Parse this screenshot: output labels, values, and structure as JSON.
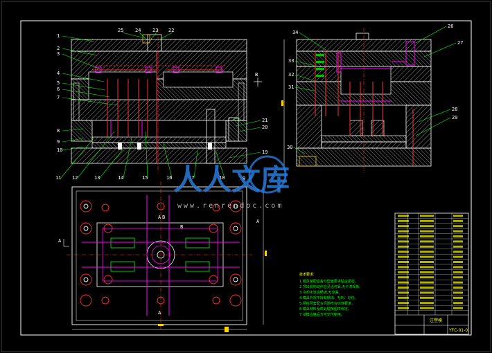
{
  "drawing": {
    "background": "#000000",
    "frame_color": "#ffffff",
    "line_color": "#ffffff",
    "hatch_color": "#9a9a9a",
    "cooling_color": "#ff3030",
    "part_color": "#ff00ff",
    "leader_color": "#00ff00",
    "label_color": "#ffff00",
    "notes_color": "#00ff00"
  },
  "front_view": {
    "labels_left": [
      "1",
      "2",
      "3",
      "4",
      "5",
      "6",
      "7",
      "8",
      "9",
      "10",
      "11",
      "12",
      "13",
      "14",
      "15",
      "16",
      "17",
      "18"
    ],
    "labels_top": [
      "25",
      "24",
      "23",
      "22"
    ],
    "labels_right": [
      "21",
      "20",
      "19"
    ],
    "section_marks": [
      "B",
      "B"
    ]
  },
  "side_view": {
    "labels_left": [
      "34",
      "33",
      "32",
      "31",
      "30"
    ],
    "labels_right": [
      "26",
      "27",
      "28",
      "29"
    ]
  },
  "plan_view": {
    "section_marks": [
      "A",
      "A",
      "B",
      "B",
      "A",
      "A"
    ]
  },
  "watermark": {
    "cn_text": "人人文库",
    "url": "www.renrendoc.com"
  },
  "notes": {
    "title": "技术要求:",
    "lines": [
      "1.模具装配后各分型面要求贴合紧密。",
      "2.顶出机构动作应灵活可靠,无卡滞现象。",
      "3.冷却水道应畅通,无渗漏。",
      "4.模具外观不得有锈蚀、毛刺、划伤。",
      "5.导柱导套配合间隙符合标准要求。",
      "6.模具材料及热处理按图样规定。",
      "7.试模合格后方可交付使用。"
    ]
  },
  "title_block": {
    "title_cell": "注塑模",
    "drawing_no": "YFC-01-0"
  }
}
